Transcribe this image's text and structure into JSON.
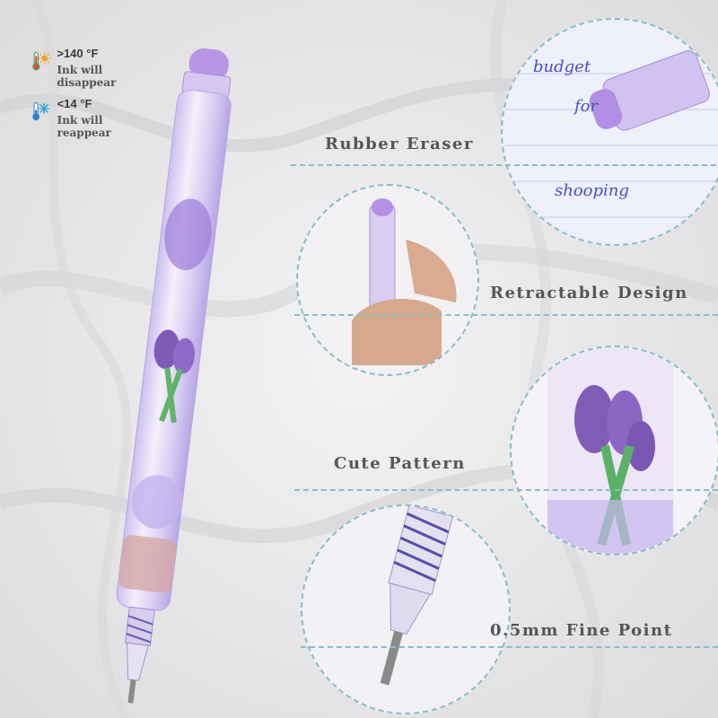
{
  "legend": {
    "hot": {
      "value": ">140 °F",
      "note": "Ink will disappear",
      "icons": [
        "thermometer-hot-icon",
        "sun-icon"
      ]
    },
    "cold": {
      "value": "<14 °F",
      "note": "Ink will reappear",
      "icons": [
        "thermometer-cold-icon",
        "snowflake-icon"
      ]
    }
  },
  "features": [
    {
      "label": "Rubber Eraser"
    },
    {
      "label": "Retractable Design"
    },
    {
      "label": "Cute Pattern"
    },
    {
      "label": "0.5mm Fine Point"
    }
  ],
  "handwriting": [
    "budget",
    "for",
    "shooping"
  ],
  "colors": {
    "accent_dash": "#8cbcc7",
    "pen_purple": "#a98bd8",
    "ink_blue": "#4a4fc8"
  }
}
